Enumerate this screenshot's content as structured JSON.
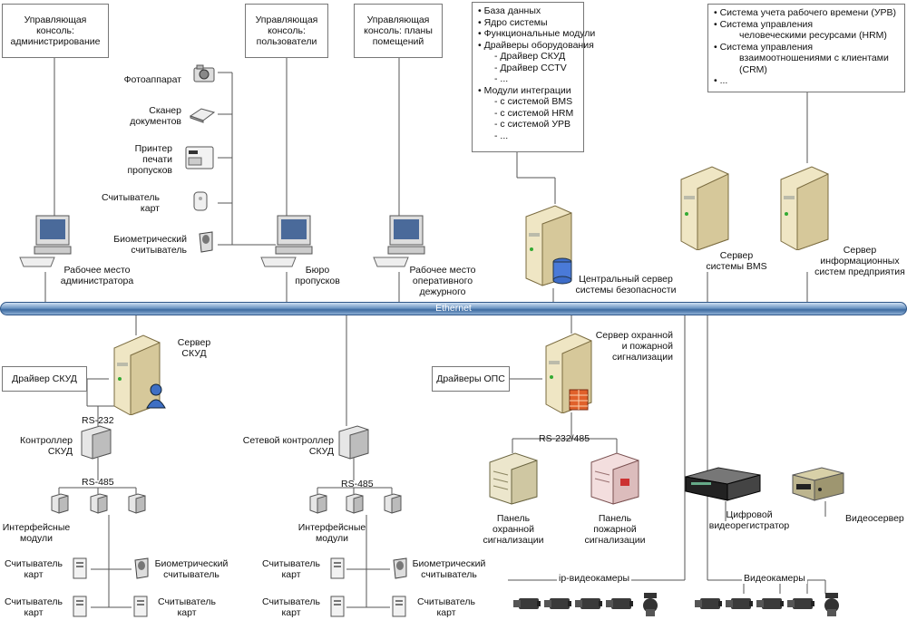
{
  "consoles": {
    "admin": "Управляющая\nконсоль:\nадминистрирование",
    "users": "Управляющая\nконсоль:\nпользователи",
    "plans": "Управляющая\nконсоль: планы\nпомещений"
  },
  "core_list": [
    "• База данных",
    "• Ядро системы",
    "• Функциональные модули",
    "• Драйверы оборудования",
    "- Драйвер СКУД",
    "- Драйвер CCTV",
    "- ...",
    "• Модули интеграции",
    "- с системой BMS",
    "- с системой HRM",
    "- с системой УРВ",
    "- ..."
  ],
  "ext_list": [
    "• Система учета рабочего времени (УРВ)",
    "• Система управления",
    "человеческими ресурсами (HRM)",
    "• Система управления",
    "взаимоотношениями с клиентами",
    "(CRM)",
    "• ..."
  ],
  "devices": {
    "camera": "Фотоаппарат",
    "scanner": "Сканер\nдокументов",
    "printer": "Принтер\nпечати\nпропусков",
    "card_reader": "Считыватель\nкарт",
    "bio_reader": "Биометрический\nсчитыватель"
  },
  "workstations": {
    "admin": "Рабочее место\nадминистратора",
    "bureau": "Бюро\nпропусков",
    "duty": "Рабочее место\nоперативного\nдежурного"
  },
  "servers": {
    "central": "Центральный сервер\nсистемы безопасности",
    "bms": "Сервер\nсистемы BMS",
    "info": "Сервер\nинформационных\nсистем предприятия",
    "acs": "Сервер\nСКУД",
    "fire": "Сервер охранной\nи пожарной\nсигнализации"
  },
  "network": "Ethernet",
  "acs": {
    "driver": "Драйвер СКУД",
    "rs232": "RS-232",
    "controller": "Контроллер\nСКУД",
    "rs485": "RS-485",
    "modules": "Интерфейсные\nмодули",
    "reader": "Считыватель\nкарт",
    "bio": "Биометрический\nсчитыватель"
  },
  "net_ctrl": {
    "controller": "Сетевой контроллер\nСКУД",
    "rs485": "RS-485",
    "modules": "Интерфейсные\nмодули",
    "reader": "Считыватель\nкарт",
    "bio": "Биометрический\nсчитыватель"
  },
  "ops": {
    "drivers": "Драйверы ОПС",
    "rs": "RS-232/485",
    "security_panel": "Панель\nохранной\nсигнализации",
    "fire_panel": "Панель\nпожарной\nсигнализации"
  },
  "video": {
    "ip_cams": "ip-видеокамеры",
    "dvr": "Цифровой\nвидеорегистратор",
    "video_server": "Видеосервер",
    "cams": "Видеокамеры"
  }
}
